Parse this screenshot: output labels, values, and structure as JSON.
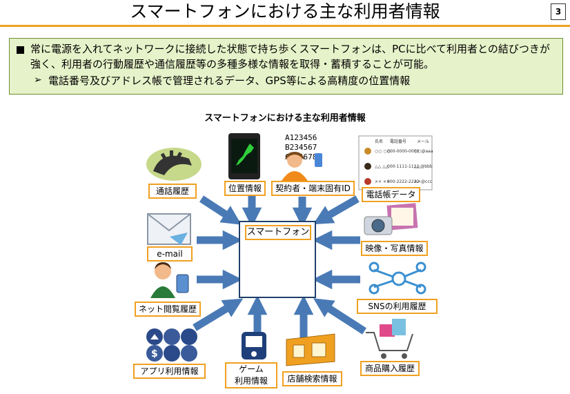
{
  "header": {
    "title": "スマートフォンにおける主な利用者情報",
    "page_number": "3"
  },
  "summary": {
    "bullet": "常に電源を入れてネットワークに接続した状態で持ち歩くスマートフォンは、PCに比べて利用者との結びつきが強く、利用者の行動履歴や通信履歴等の多種多様な情報を取得・蓄積することが可能。",
    "sub_bullet": "電話番号及びアドレス帳で管理されるデータ、GPS等による高精度の位置情報"
  },
  "diagram": {
    "title": "スマートフォンにおける主な利用者情報",
    "center_label": "スマートフォン",
    "id_sample_lines": [
      "A123456",
      "B234567",
      "C345678"
    ],
    "labels": {
      "call_history": "通話履歴",
      "location": "位置情報",
      "contract_id": "契約者・端末固有ID",
      "address_book": "電話帳データ",
      "email": "e-mail",
      "photo_video": "映像・写真情報",
      "web_history": "ネット閲覧履歴",
      "sns_history": "SNSの利用履歴",
      "app_usage": "アプリ利用情報",
      "game_line1": "ゲーム",
      "game_line2": "利用情報",
      "store_search": "店舗検索情報",
      "purchase_history": "商品購入履歴"
    },
    "address_book_rows": [
      {
        "name": "○○ ○○",
        "phone": "000-0000-0000",
        "mail": "○○@aaa"
      },
      {
        "name": "△△ △△",
        "phone": "000-1111-1111",
        "mail": "△△@bbb"
      },
      {
        "name": "×× ××",
        "phone": "000-2222-2222",
        "mail": "××@ccc"
      }
    ],
    "address_book_headers": [
      "氏名",
      "電話番号",
      "メール"
    ],
    "colors": {
      "arrow": "#4a7ab5",
      "label_border": "#f0a020",
      "center_border": "#1f3f6a",
      "box_bg": "#e6f2c9"
    }
  }
}
